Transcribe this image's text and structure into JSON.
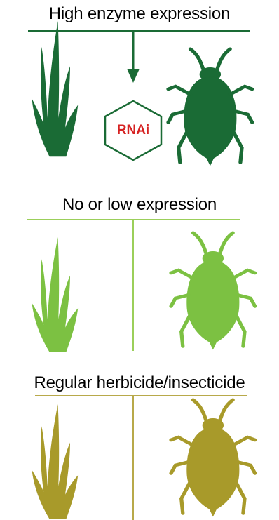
{
  "panels": [
    {
      "title": "High enzyme expression",
      "color": "#1a6b35",
      "line_color": "#1a6b35",
      "box_label": "RNAi",
      "box_label_color": "#d62222"
    },
    {
      "title": "No or low expression",
      "color": "#7cc142",
      "line_color": "#9bcf5a"
    },
    {
      "title": "Regular herbicide/insecticide",
      "color": "#a89a2a",
      "line_color": "#b8a94a"
    }
  ],
  "icons": {
    "plant": "grass-plant-icon",
    "insect": "aphid-icon",
    "rnai": "hexagon-rnai-icon",
    "arrow": "down-arrow-icon"
  }
}
